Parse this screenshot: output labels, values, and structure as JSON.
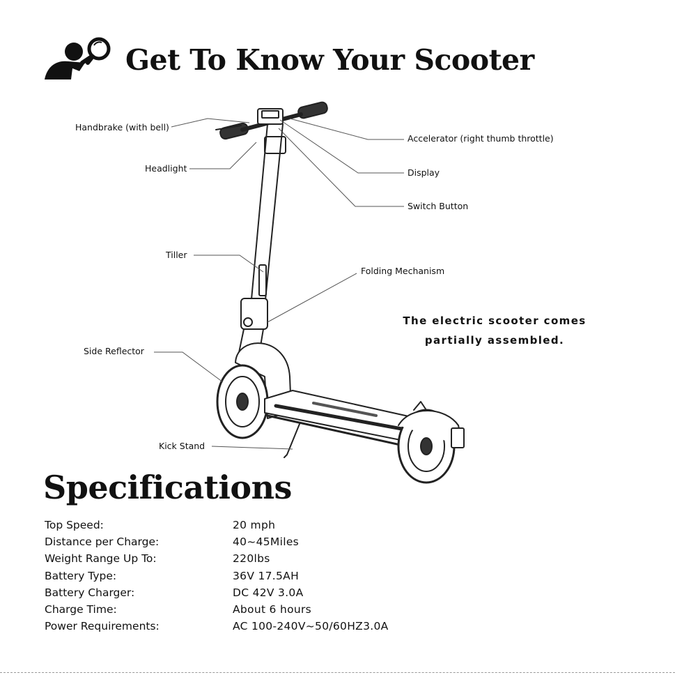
{
  "header": {
    "title": "Get To Know Your Scooter",
    "icon": "person-magnifier-icon"
  },
  "callouts": {
    "handbrake": "Handbrake (with bell)",
    "headlight": "Headlight",
    "tiller": "Tiller",
    "side_reflector": "Side Reflector",
    "kick_stand": "Kick Stand",
    "accelerator": "Accelerator (right thumb throttle)",
    "display": "Display",
    "switch_button": "Switch Button",
    "folding_mechanism": "Folding Mechanism"
  },
  "note": {
    "line1": "The electric scooter comes",
    "line2": "partially assembled."
  },
  "specs": {
    "title": "Specifications",
    "rows": [
      {
        "label": "Top Speed:",
        "value": "20 mph"
      },
      {
        "label": "Distance per Charge:",
        "value": "40~45Miles"
      },
      {
        "label": "Weight Range Up To:",
        "value": "220lbs"
      },
      {
        "label": "Battery Type:",
        "value": "36V 17.5AH"
      },
      {
        "label": "Battery Charger:",
        "value": "DC 42V 3.0A"
      },
      {
        "label": "Charge Time:",
        "value": "About 6 hours"
      },
      {
        "label": "Power Requirements:",
        "value": "AC 100-240V~50/60HZ3.0A"
      }
    ]
  },
  "colors": {
    "ink": "#111111",
    "line": "#222222"
  }
}
